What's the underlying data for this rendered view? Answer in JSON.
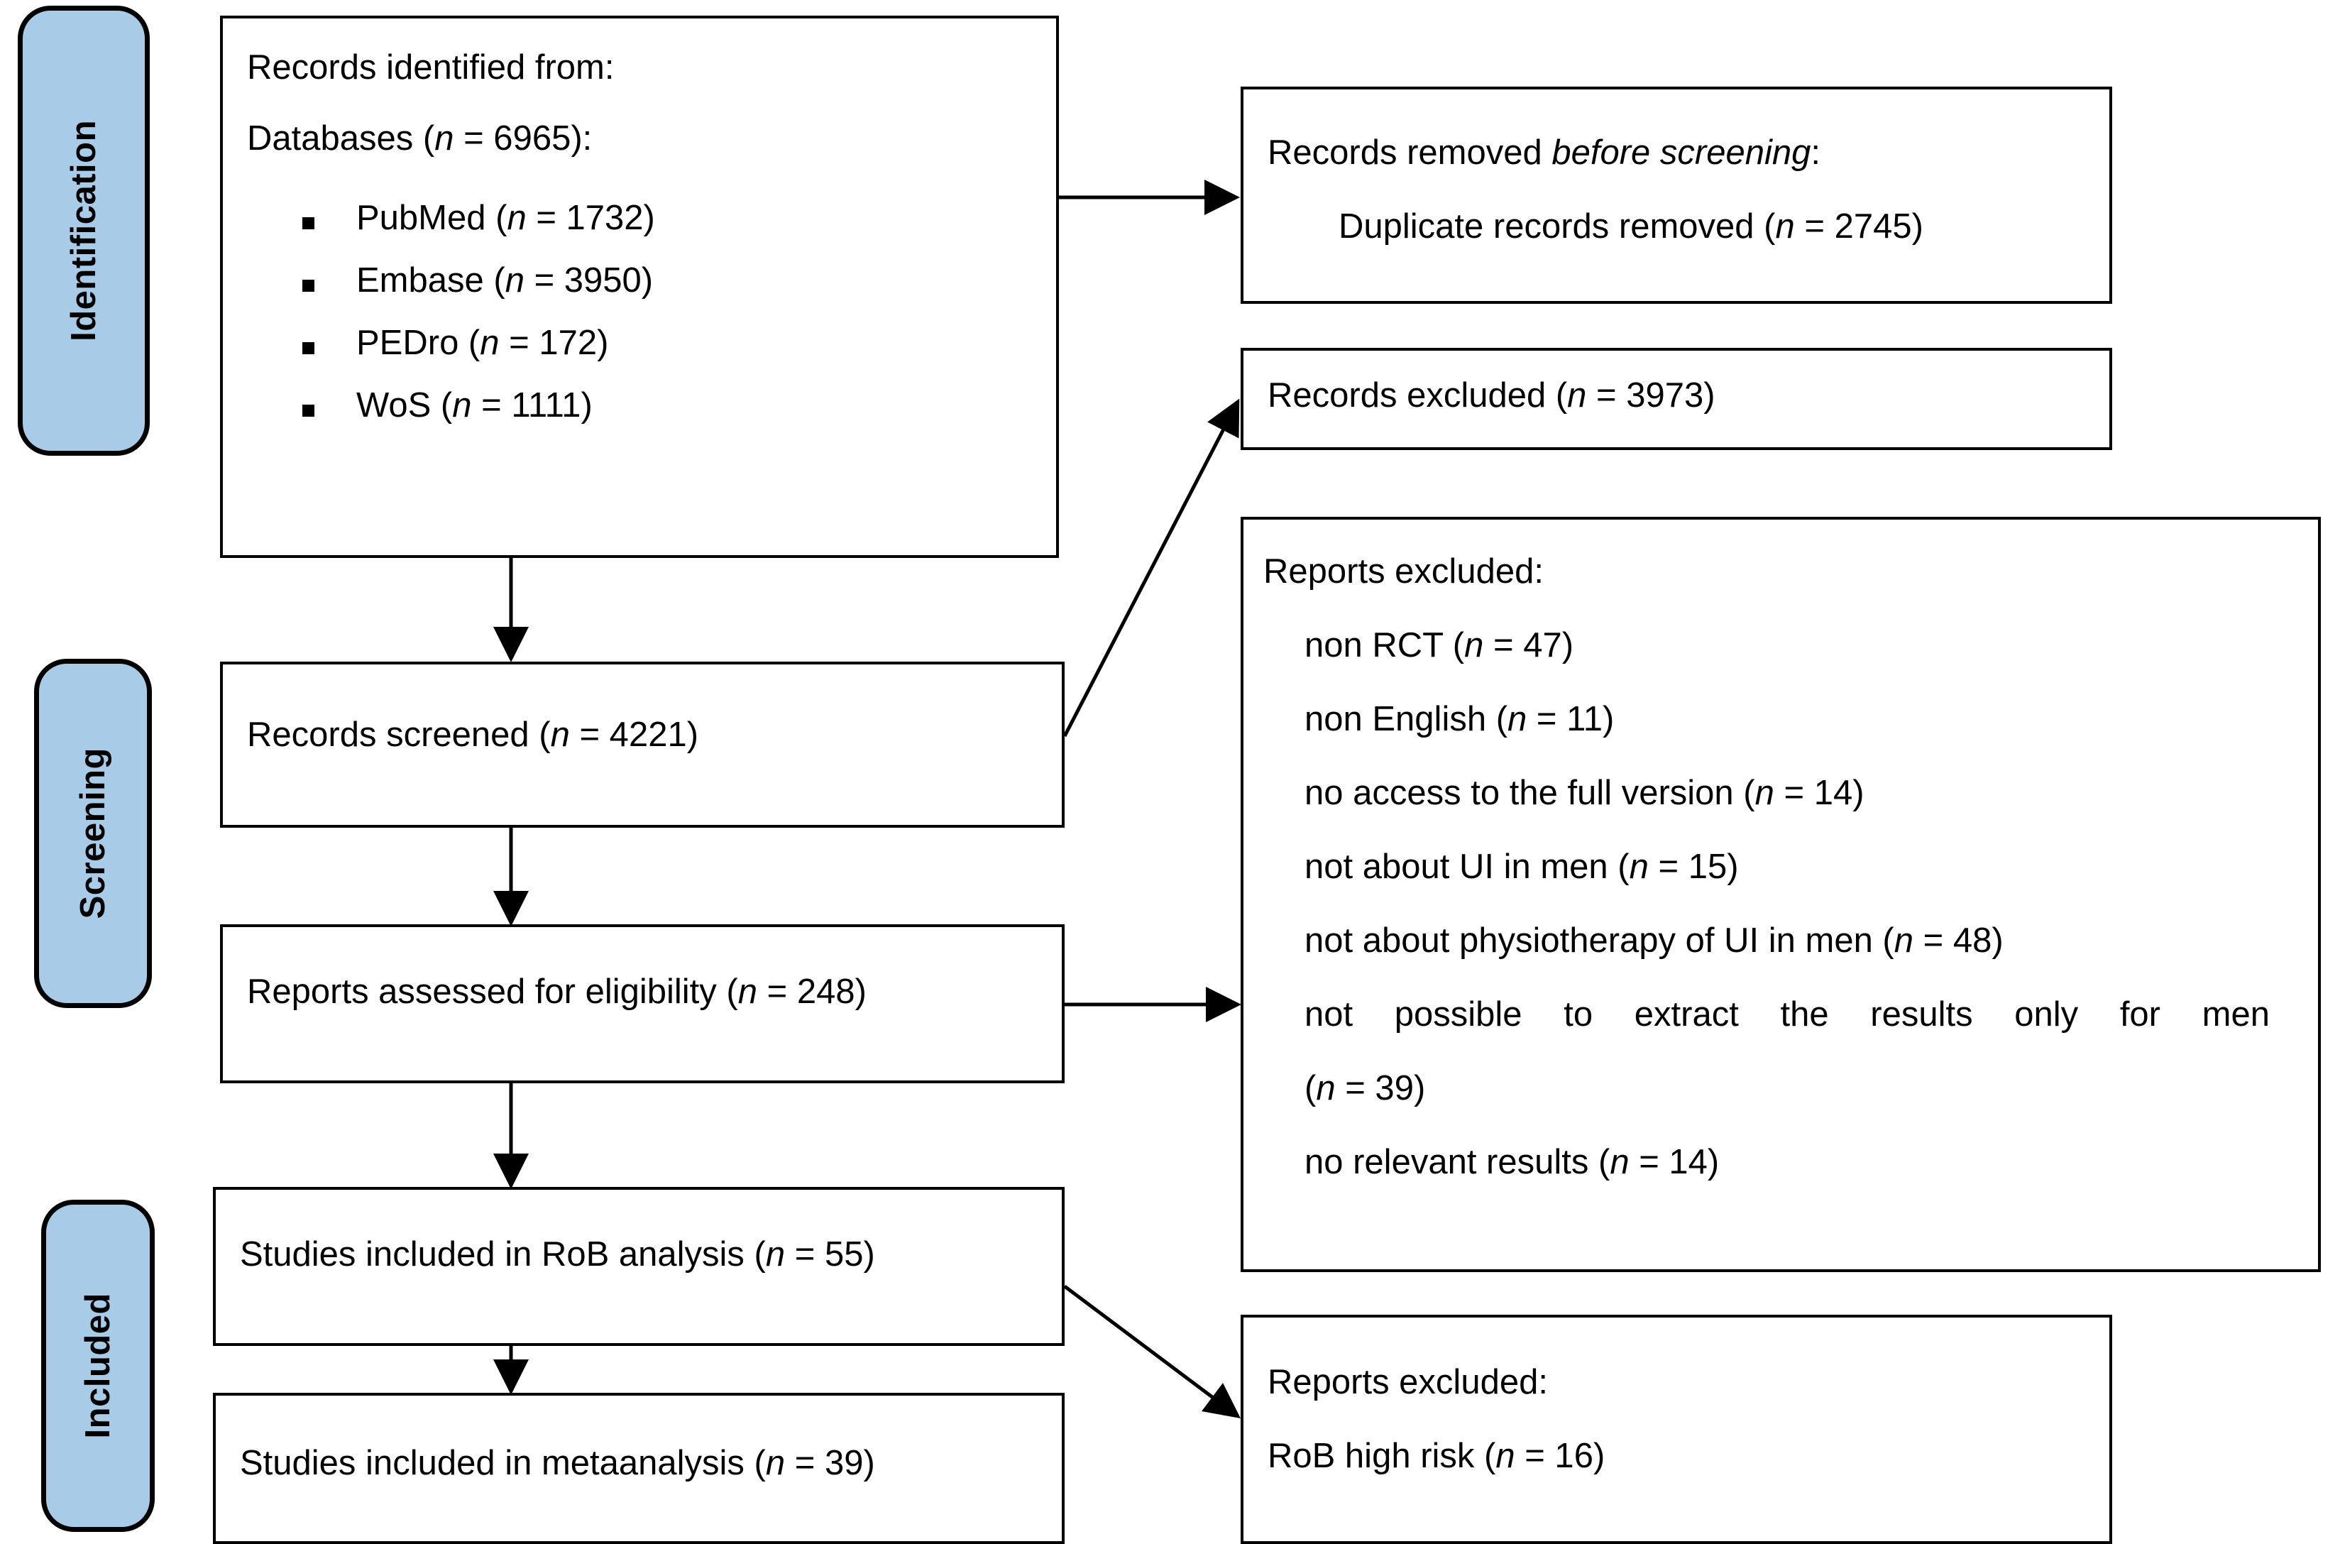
{
  "diagram": {
    "title": "PRISMA flow diagram",
    "accent_color": "#A8CBE8",
    "line_color": "#000000",
    "stages": [
      {
        "key": "identification",
        "label": "Identification"
      },
      {
        "key": "screening",
        "label": "Screening"
      },
      {
        "key": "included",
        "label": "Included"
      }
    ],
    "boxes": {
      "records_identified": {
        "heading": "Records identified from:",
        "subheading": "Databases (n = 6965):",
        "sources": [
          {
            "name": "PubMed",
            "n": "PubMed (n = 1732)"
          },
          {
            "name": "Embase",
            "n": "Embase (n = 3950)"
          },
          {
            "name": "PEDro",
            "n": "PEDro (n = 172)"
          },
          {
            "name": "WoS",
            "n": "WoS (n = 1111)"
          }
        ]
      },
      "records_removed": {
        "heading_pre": "Records removed ",
        "heading_italic": "before screening",
        "heading_post": ":",
        "item": "Duplicate records removed  (n = 2745)"
      },
      "records_excluded": {
        "text": "Records excluded (n = 3973)"
      },
      "reports_excluded_eligibility": {
        "heading": "Reports excluded:",
        "reasons": [
          "non RCT (n = 47)",
          "non English (n = 11)",
          "no access to the full version (n = 14)",
          "not about UI in men (n = 15)",
          "not about physiotherapy of UI in men (n = 48)",
          "not possible to extract the results only for men",
          "(n = 39)",
          "no relevant results (n = 14)"
        ]
      },
      "records_screened": {
        "text": "Records screened (n = 4221)"
      },
      "reports_assessed": {
        "text": "Reports assessed for eligibility (n = 248)"
      },
      "studies_rob": {
        "text": "Studies included in RoB analysis (n = 55)"
      },
      "studies_meta": {
        "text": "Studies included in metaanalysis (n = 39)"
      },
      "reports_excluded_rob": {
        "heading": "Reports excluded:",
        "item": "RoB high risk (n = 16)"
      }
    }
  }
}
